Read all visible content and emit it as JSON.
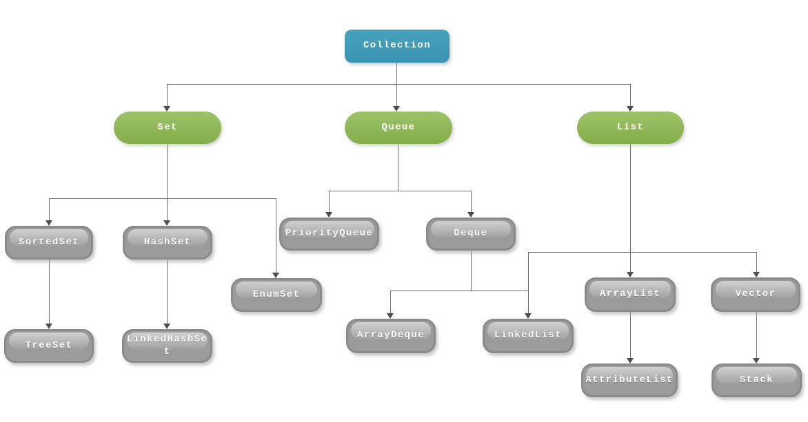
{
  "diagram": {
    "kind": "hierarchy-tree",
    "nodes": {
      "collection": {
        "label": "Collection"
      },
      "set": {
        "label": "Set"
      },
      "queue": {
        "label": "Queue"
      },
      "list": {
        "label": "List"
      },
      "sortedset": {
        "label": "SortedSet"
      },
      "hashset": {
        "label": "HashSet"
      },
      "priorityqueue": {
        "label": "PriorityQueue"
      },
      "deque": {
        "label": "Deque"
      },
      "enumset": {
        "label": "EnumSet"
      },
      "treeset": {
        "label": "TreeSet"
      },
      "linkedhashset": {
        "label": "LinkedHashSet"
      },
      "arraydeque": {
        "label": "ArrayDeque"
      },
      "linkedlist": {
        "label": "LinkedList"
      },
      "arraylist": {
        "label": "ArrayList"
      },
      "vector": {
        "label": "Vector"
      },
      "attributelist": {
        "label": "AttributeList"
      },
      "stack": {
        "label": "Stack"
      }
    },
    "edges": [
      {
        "from": "collection",
        "to": "set"
      },
      {
        "from": "collection",
        "to": "queue"
      },
      {
        "from": "collection",
        "to": "list"
      },
      {
        "from": "set",
        "to": "sortedset"
      },
      {
        "from": "set",
        "to": "hashset"
      },
      {
        "from": "set",
        "to": "enumset"
      },
      {
        "from": "sortedset",
        "to": "treeset"
      },
      {
        "from": "hashset",
        "to": "linkedhashset"
      },
      {
        "from": "queue",
        "to": "priorityqueue"
      },
      {
        "from": "queue",
        "to": "deque"
      },
      {
        "from": "deque",
        "to": "arraydeque"
      },
      {
        "from": "deque",
        "to": "linkedlist"
      },
      {
        "from": "list",
        "to": "linkedlist"
      },
      {
        "from": "list",
        "to": "arraylist"
      },
      {
        "from": "list",
        "to": "vector"
      },
      {
        "from": "arraylist",
        "to": "attributelist"
      },
      {
        "from": "vector",
        "to": "stack"
      }
    ],
    "colors": {
      "root_top": "#47a2be",
      "root_bottom": "#3a94b1",
      "branch_top": "#9dc268",
      "branch_bottom": "#84ad4a",
      "leaf_fill": "#9b9b9b",
      "leaf_border": "#8a8a8a",
      "line": "#6e6e6e",
      "arrow": "#4d4d4d",
      "background": "#ffffff",
      "text": "#ffffff"
    }
  }
}
